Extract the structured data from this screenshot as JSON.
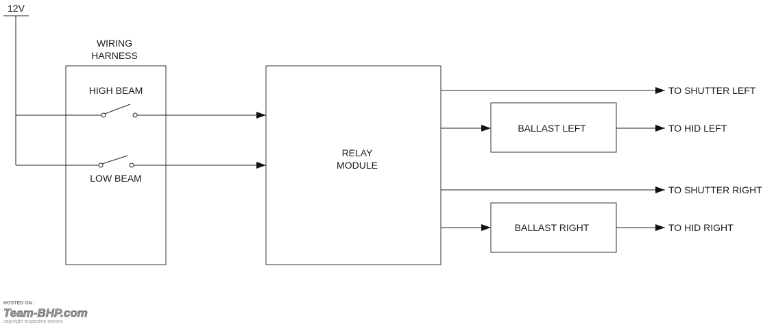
{
  "supply": {
    "label": "12V"
  },
  "harness": {
    "title_line1": "WIRING",
    "title_line2": "HARNESS",
    "switch_high": "HIGH BEAM",
    "switch_low": "LOW BEAM"
  },
  "relay": {
    "line1": "RELAY",
    "line2": "MODULE"
  },
  "ballasts": {
    "left": "BALLAST LEFT",
    "right": "BALLAST RIGHT"
  },
  "outputs": {
    "shutter_left": "TO SHUTTER LEFT",
    "hid_left": "TO HID LEFT",
    "shutter_right": "TO SHUTTER RIGHT",
    "hid_right": "TO HID RIGHT"
  },
  "watermark": {
    "hosted": "HOSTED ON :",
    "brand": "Team-BHP.com",
    "copyright": "copyright respective owners"
  },
  "colors": {
    "line": "#222222",
    "box_stroke": "#333333",
    "text": "#1a1a1a",
    "background": "#ffffff"
  }
}
